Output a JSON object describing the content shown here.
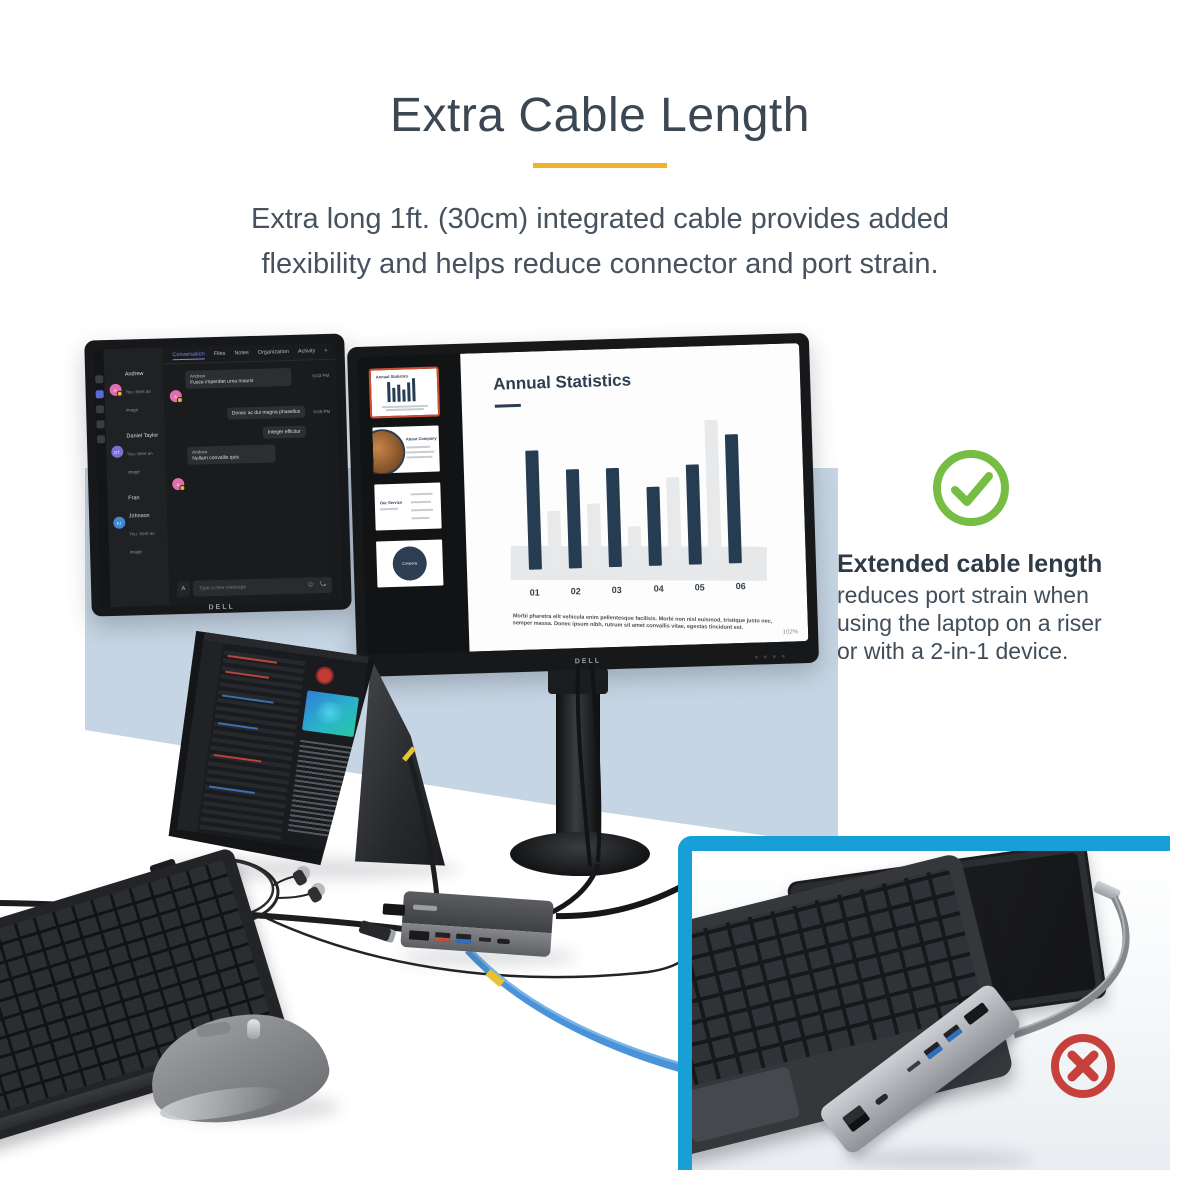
{
  "header": {
    "title": "Extra Cable Length",
    "subtitle_line1": "Extra long 1ft. (30cm) integrated cable provides added",
    "subtitle_line2": "flexibility and helps reduce connector and port strain.",
    "accent_color": "#f0b227"
  },
  "callout": {
    "icon": "check-circle",
    "icon_color": "#76bd43",
    "heading": "Extended cable length",
    "line1": "reduces port strain when",
    "line2": "using the laptop on a riser",
    "line3": "or with a 2-in-1 device."
  },
  "scene": {
    "wall_color": "#c6d5e3",
    "monitor_brand": "DELL",
    "chat_app": {
      "tabs": [
        "Conversation",
        "Files",
        "Notes",
        "Organization",
        "Activity",
        "+"
      ],
      "active_tab": "Conversation",
      "contacts": [
        {
          "initials": "A",
          "name": "Andrew",
          "preview": "You: Sent an image",
          "color": "#e06fae"
        },
        {
          "initials": "DT",
          "name": "Daniel Taylor",
          "preview": "You: Sent an image",
          "color": "#7b6fd4"
        },
        {
          "initials": "FJ",
          "name": "Fran Johnson",
          "preview": "You: Sent an image",
          "color": "#3f8ad2"
        }
      ],
      "messages": [
        {
          "sender": "Andrew",
          "text": "Fusce imperdiet urna mauris",
          "time": "6:03 PM"
        },
        {
          "sender": "",
          "text": "Donec ac dui magna phasellus",
          "time": "6:05 PM"
        },
        {
          "sender": "",
          "text": "Integer efficitur",
          "time": ""
        },
        {
          "sender": "Andrew",
          "text": "Nullam convallis quis",
          "time": ""
        }
      ],
      "input_placeholder": "Type a new message"
    },
    "presentation_app": {
      "slide_title": "Annual Statistics",
      "zoom_level": "102%",
      "thumbnails": [
        {
          "label": "Annual Statistics",
          "selected": true
        },
        {
          "label": "About Company",
          "selected": false
        },
        {
          "label": "Our Service",
          "selected": false
        },
        {
          "label": "Company",
          "selected": false
        }
      ],
      "body_text": "Morbi pharetra elit vehicula enim pellentesque facilisis. Morbi non nisl euismod, tristique justo nec, semper massa. Donec ipsum nibh, rutrum sit amet convallis vitae, egestas tincidunt est.",
      "chart": {
        "type": "bar",
        "categories": [
          "01",
          "02",
          "03",
          "04",
          "05",
          "06"
        ],
        "series": [
          {
            "name": "primary",
            "color": "#253c52",
            "values": [
              78,
              65,
              65,
              52,
              66,
              85
            ]
          },
          {
            "name": "secondary",
            "color": "#e7e9eb",
            "values": [
              38,
              42,
              26,
              58,
              95
            ]
          }
        ]
      }
    }
  },
  "inset": {
    "border_color": "#199fd8",
    "icon": "x-circle",
    "icon_color": "#c8403c"
  }
}
